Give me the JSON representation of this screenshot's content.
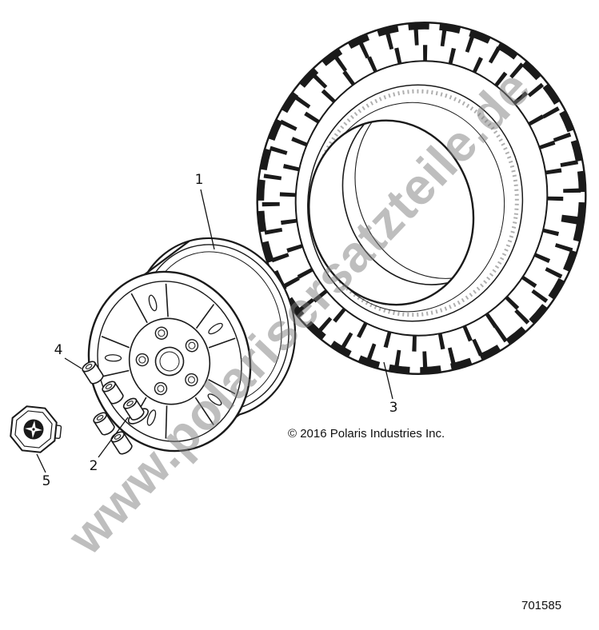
{
  "watermark": {
    "text": "www.polarisersatzteile.de",
    "color": "#7d7d7d"
  },
  "callouts": {
    "c1": "1",
    "c2": "2",
    "c3": "3",
    "c4": "4",
    "c5": "5"
  },
  "footer": {
    "copyright": "© 2016 Polaris Industries Inc.",
    "part_number": "701585"
  },
  "colors": {
    "line": "#1a1a1a",
    "background": "#ffffff"
  }
}
